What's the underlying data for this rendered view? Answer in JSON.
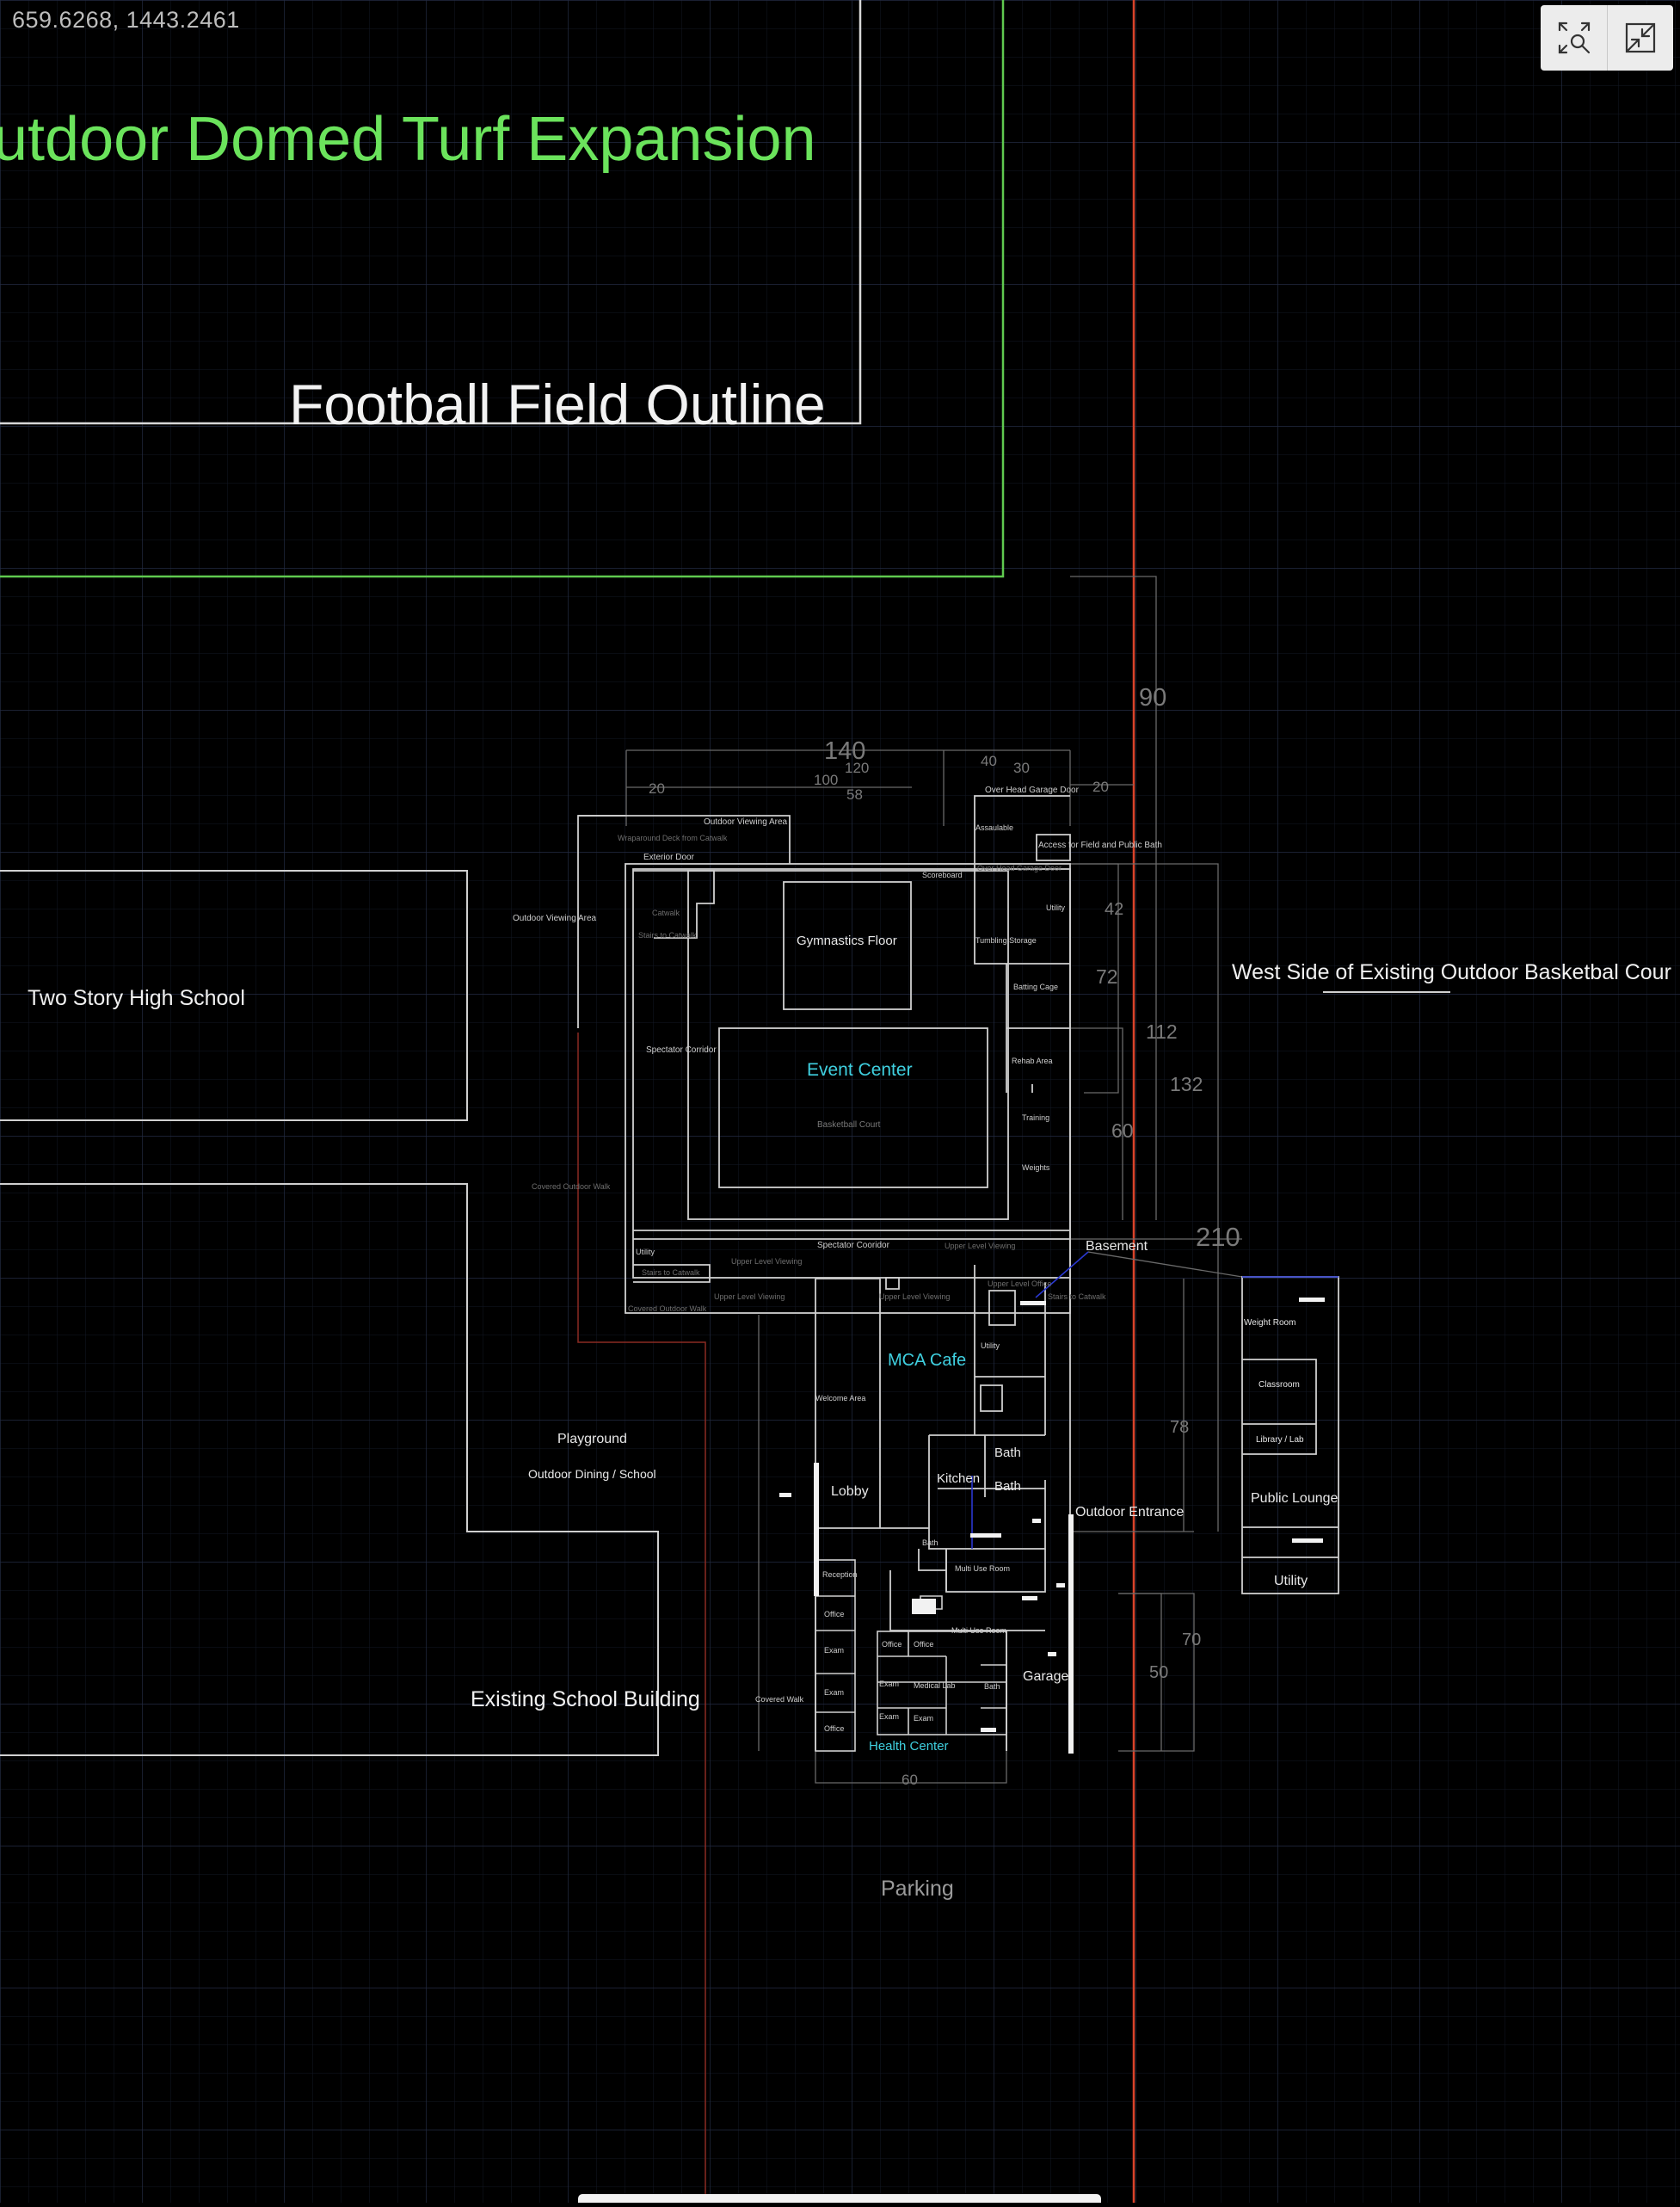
{
  "cursor": {
    "readout": "659.6268,  1443.2461"
  },
  "toolbar": {
    "zoom_extents_icon": "zoom-extents-icon",
    "exit_fullscreen_icon": "exit-fullscreen-icon"
  },
  "colors": {
    "background": "#000000",
    "grid": "#1d2436",
    "green": "#6be35c",
    "cyan": "#3fd0e0",
    "red": "#e0442c",
    "white": "#f0f0f0",
    "gray": "#8a8a8a"
  },
  "labels": {
    "turf": "utdoor Domed Turf Expansion",
    "football": "Football Field Outline",
    "high_school": "Two Story High School",
    "west_side": "West Side of Existing Outdoor Basketbal Cour",
    "event_center": "Event Center",
    "gymnastics": "Gymnastics Floor",
    "basketball_court": "Basketball Court",
    "mca_cafe": "MCA Cafe",
    "lobby": "Lobby",
    "kitchen": "Kitchen",
    "bath1": "Bath",
    "bath2": "Bath",
    "outdoor_entrance": "Outdoor Entrance",
    "basement": "Basement",
    "existing_school": "Existing School Building",
    "playground": "Playground",
    "outdoor_dining": "Outdoor Dining / School",
    "parking": "Parking",
    "garage": "Garage",
    "health_center": "Health Center",
    "weight_room": "Weight Room",
    "classroom": "Classroom",
    "library": "Library / Lab",
    "public_lounge": "Public Lounge",
    "utility": "Utility",
    "outdoor_viewing_top": "Outdoor Viewing Area",
    "wraparound": "Wraparound Deck from Catwalk",
    "exterior_door": "Exterior Door",
    "outdoor_viewing_left": "Outdoor Viewing Area",
    "catwalk": "Catwalk",
    "stairs_catwalk": "Stairs to Catwalk",
    "spectator_corridor_left": "Spectator Corridor",
    "scoreboard": "Scoreboard",
    "overhead_garage": "Over Head Garage Door",
    "assaulable": "Assaulable",
    "tumbling": "Tumbling Storage",
    "batting": "Batting Cage",
    "rehab": "Rehab Area",
    "training": "Training",
    "weights": "Weights",
    "utility_small": "Utility",
    "covered_walk_1": "Covered Outdoor Walk",
    "spectator_corridor_bottom": "Spectator Cooridor",
    "upper_viewing_1": "Upper Level Viewing",
    "upper_viewing_2": "Upper Level Viewing",
    "upper_viewing_3": "Upper Level Viewing",
    "upper_viewing_4": "Upper Level Viewing",
    "upper_level_office": "Upper Level Office",
    "stairs_to_catwalk_2": "Stairs to Catwalk",
    "utility_stub": "Utility",
    "covered_walk_2": "Covered Outdoor Walk",
    "stairs_catwalk_right": "Stairs to Catwalk",
    "welcome_area": "Welcome Area",
    "bath_small": "Bath",
    "multi_use_1": "Multi Use Room",
    "multi_use_2": "Multi Use Room",
    "reception": "Reception",
    "office_1": "Office",
    "exam_1": "Exam",
    "exam_2": "Exam",
    "office_2": "Office",
    "office_3": "Office",
    "office_4": "Office",
    "exam_3": "Exam",
    "medical_lab": "Medical Lab",
    "exam_4": "Exam",
    "exam_5": "Exam",
    "bath_hc": "Bath",
    "covered_walk_3": "Covered Walk",
    "field_bath": "Access for Field and Public Bath",
    "utility_top": "Utility",
    "overhead_garage_2": "Over Head Garage Door"
  },
  "dimensions": {
    "d140": "140",
    "d120": "120",
    "d100": "100",
    "d58": "58",
    "d20a": "20",
    "d40": "40",
    "d30": "30",
    "d20b": "20",
    "d90": "90",
    "d42": "42",
    "d72": "72",
    "d112": "112",
    "d132": "132",
    "d60a": "60",
    "d210": "210",
    "d78": "78",
    "d70": "70",
    "d50": "50",
    "d60b": "60"
  }
}
